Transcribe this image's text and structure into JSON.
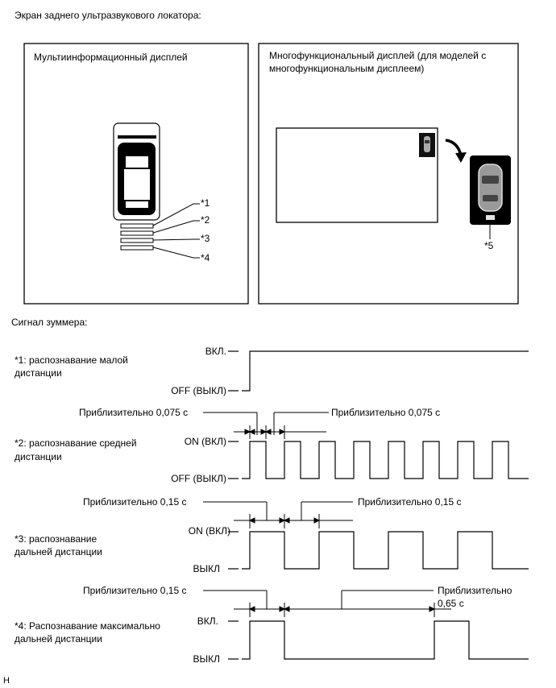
{
  "screen_title": "Экран заднего ультразвукового локатора:",
  "mid_panel": {
    "title": "Мультиинформационный дисплей"
  },
  "mfd_panel": {
    "title_line1": "Многофункциональный дисплей (для моделей с",
    "title_line2": "многофункциональным дисплеем)"
  },
  "callouts": {
    "c1": "*1",
    "c2": "*2",
    "c3": "*3",
    "c4": "*4",
    "c5": "*5"
  },
  "buzzer_title": "Сигнал зуммера:",
  "s1": {
    "desc1": "*1: распознавание малой",
    "desc2": "дистанции",
    "high": "ВКЛ.",
    "low": "OFF (ВЫКЛ)"
  },
  "s2": {
    "desc1": "*2: распознавание средней",
    "desc2": "дистанции",
    "high": "ON (ВКЛ)",
    "low": "OFF (ВЫКЛ)",
    "t_left": "Приблизительно 0,075 с",
    "t_right": "Приблизительно 0,075 с"
  },
  "s3": {
    "desc1": "*3: распознавание",
    "desc2": "дальней дистанции",
    "high": "ON (ВКЛ)",
    "low": "ВЫКЛ",
    "t_left": "Приблизительно 0,15 с",
    "t_right": "Приблизительно 0,15 с"
  },
  "s4": {
    "desc1": "*4: Распознавание максимально",
    "desc2": "дальней дистанции",
    "high": "ВКЛ.",
    "low": "ВЫКЛ",
    "t_left": "Приблизительно 0,15 с",
    "t_right1": "Приблизительно",
    "t_right2": "0,65 с"
  },
  "footer_code": "H"
}
